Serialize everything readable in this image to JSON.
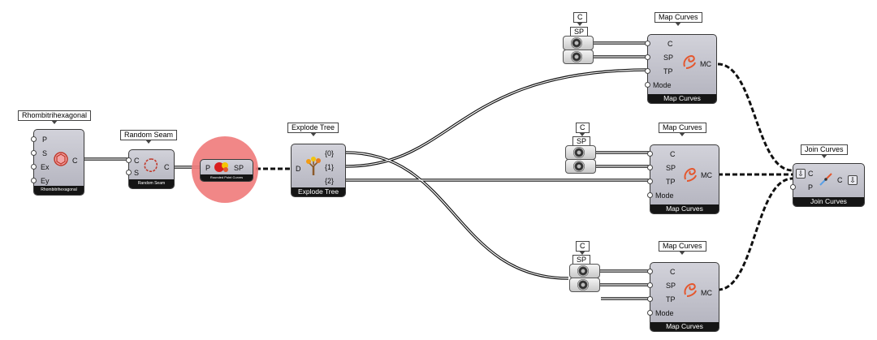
{
  "components": {
    "rhombi": {
      "label": "Rhombitrihexagonal",
      "inputs": [
        "P",
        "S",
        "Ex",
        "Ey"
      ],
      "output": "C",
      "footer": "Rhombitrihexagonal"
    },
    "random_seam": {
      "label": "Random Seam",
      "inputs": [
        "C",
        "S"
      ],
      "output": "C",
      "footer": "Random Seam"
    },
    "highlighted": {
      "input": "P",
      "output": "SP",
      "footer": "Rounded Point Curves"
    },
    "explode_tree": {
      "label": "Explode Tree",
      "input": "D",
      "outputs": [
        "{0}",
        "{1}",
        "{2}"
      ],
      "footer": "Explode Tree"
    },
    "map_curves": {
      "label": "Map Curves",
      "inputs": [
        "C",
        "SP",
        "TP",
        "Mode"
      ],
      "output": "MC",
      "footer": "Map Curves"
    },
    "map_params": {
      "c_label": "C",
      "sp_label": "SP"
    },
    "join_curves": {
      "label": "Join Curves",
      "inputs": [
        "C",
        "P"
      ],
      "output": "C",
      "footer": "Join Curves"
    }
  },
  "icons": {
    "rhombi": "rhombitrihexagonal-icon",
    "random_seam": "random-seam-icon",
    "highlighted": "point-curve-icon",
    "explode_tree": "explode-tree-icon",
    "map_curves": "map-curves-icon",
    "join_curves": "join-curves-icon",
    "param": "param-gear-icon"
  },
  "colors": {
    "highlight": "#f07d7d",
    "icon_orange": "#e4572e",
    "wire": "#151515"
  }
}
